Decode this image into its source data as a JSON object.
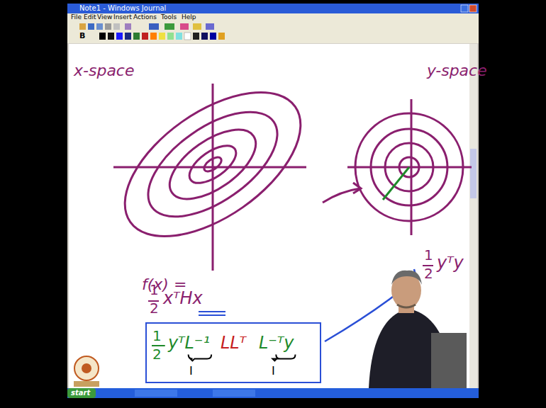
{
  "diagram": {
    "nodes": [
      {
        "text": [
          "1",
          "2",
          "yᵀL⁻¹",
          "LLᵀ",
          "L⁻ᵀy",
          "I",
          "I"
        ]
      }
    ],
    "labels": [
      "Note1 - Windows Journal",
      "File",
      "Edit",
      "View",
      "Insert",
      "Actions",
      "Tools",
      "Help",
      "B",
      "x-space",
      "y-space",
      "f(x) =",
      "1",
      "2",
      "xᵀHx",
      "1",
      "2",
      "yᵀy",
      "start"
    ]
  }
}
